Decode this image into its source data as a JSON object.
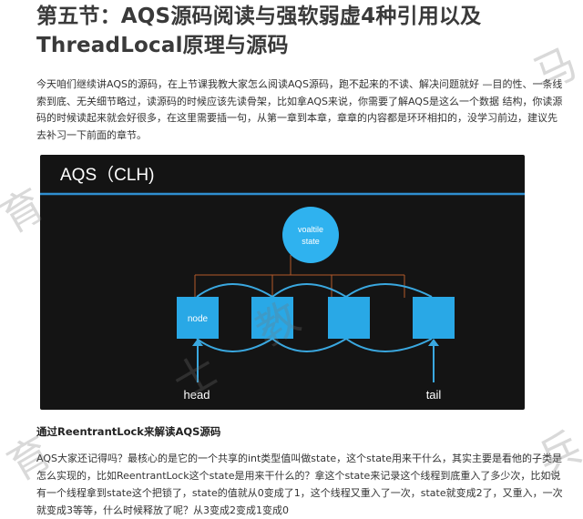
{
  "article": {
    "title": "第五节：AQS源码阅读与强软弱虚4种引用以及ThreadLocal原理与源码",
    "intro": "今天咱们继续讲AQS的源码，在上节课我教大家怎么阅读AQS源码，跑不起来的不读、解决问题就好 —目的性、一条线索到底、无关细节略过，读源码的时候应该先读骨架，比如拿AQS来说，你需要了解AQS是这么一个数据 结构，你读源码的时候读起来就会好很多，在这里需要插一句，从第一章到本章，章章的内容都是环环相扣的，没学习前边，建议先去补习一下前面的章节。",
    "section_heading": "通过ReentrantLock来解读AQS源码",
    "body": " AQS大家还记得吗？最核心的是它的一个共享的int类型值叫做state，这个state用来干什么，其实主要是看他的子类是怎么实现的，比如ReentrantLock这个state是用来干什么的？拿这个state来记录这个线程到底重入了多少次，比如说有一个线程拿到state这个把锁了，state的值就从0变成了1，这个线程又重入了一次，state就变成2了，又重入，一次就变成3等等，什么时候释放了呢？从3变成2变成1变成0"
  },
  "diagram": {
    "title": "AQS（CLH)",
    "state_node": "voaltile state",
    "nodes": [
      "node",
      "",
      "",
      ""
    ],
    "head_label": "head",
    "tail_label": "tail",
    "colors": {
      "background": "#141414",
      "node_fill": "#29a8e6",
      "state_fill": "#2fb2ef",
      "line": "#3aa8e0",
      "rule": "#2f8fd0",
      "connector": "#b35a2a"
    }
  },
  "watermarks": [
    "育",
    "马",
    "士",
    "兵",
    "教",
    "育"
  ]
}
